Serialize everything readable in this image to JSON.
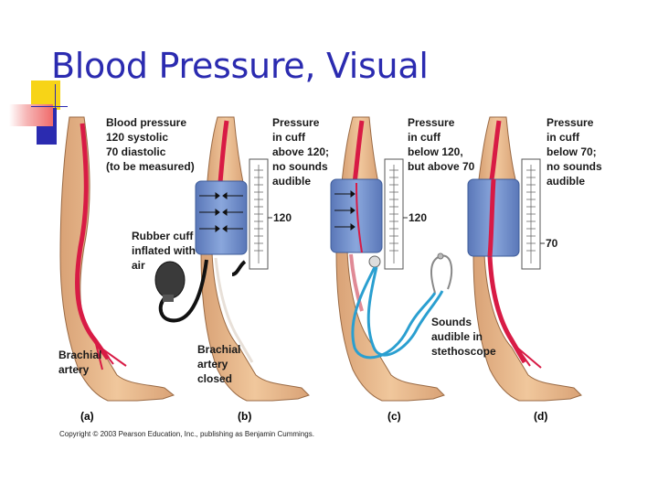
{
  "slide": {
    "title": "Blood Pressure, Visual",
    "copyright": "Copyright © 2003 Pearson Education, Inc., publishing as Benjamin Cummings."
  },
  "panels": {
    "a": {
      "letter": "(a)",
      "caption": [
        "Blood pressure",
        "120 systolic",
        "70 diastolic",
        "(to be measured)"
      ],
      "artery_label": [
        "Brachial",
        "artery"
      ]
    },
    "b": {
      "letter": "(b)",
      "gauge_text": [
        "Pressure",
        "in cuff",
        "above 120;",
        "no sounds",
        "audible"
      ],
      "gauge_value": "120",
      "cuff_label": [
        "Rubber cuff",
        "inflated with",
        "air"
      ],
      "artery_label": [
        "Brachial",
        "artery",
        "closed"
      ]
    },
    "c": {
      "letter": "(c)",
      "gauge_text": [
        "Pressure",
        "in cuff",
        "below 120,",
        "but above 70"
      ],
      "gauge_value": "120",
      "sound_label": [
        "Sounds",
        "audible in",
        "stethoscope"
      ]
    },
    "d": {
      "letter": "(d)",
      "gauge_text": [
        "Pressure",
        "in cuff",
        "below 70;",
        "no sounds",
        "audible"
      ],
      "gauge_value": "70"
    }
  },
  "colors": {
    "title": "#2b2bb0",
    "skin": "#e8b98a",
    "skin_outline": "#9a6a44",
    "artery": "#d81b45",
    "cuff": "#6f8fc9",
    "tube": "#2a9fd0",
    "deco_yellow": "#f7d417",
    "deco_red": "#f06a6a",
    "deco_blue": "#2b2bb0"
  }
}
